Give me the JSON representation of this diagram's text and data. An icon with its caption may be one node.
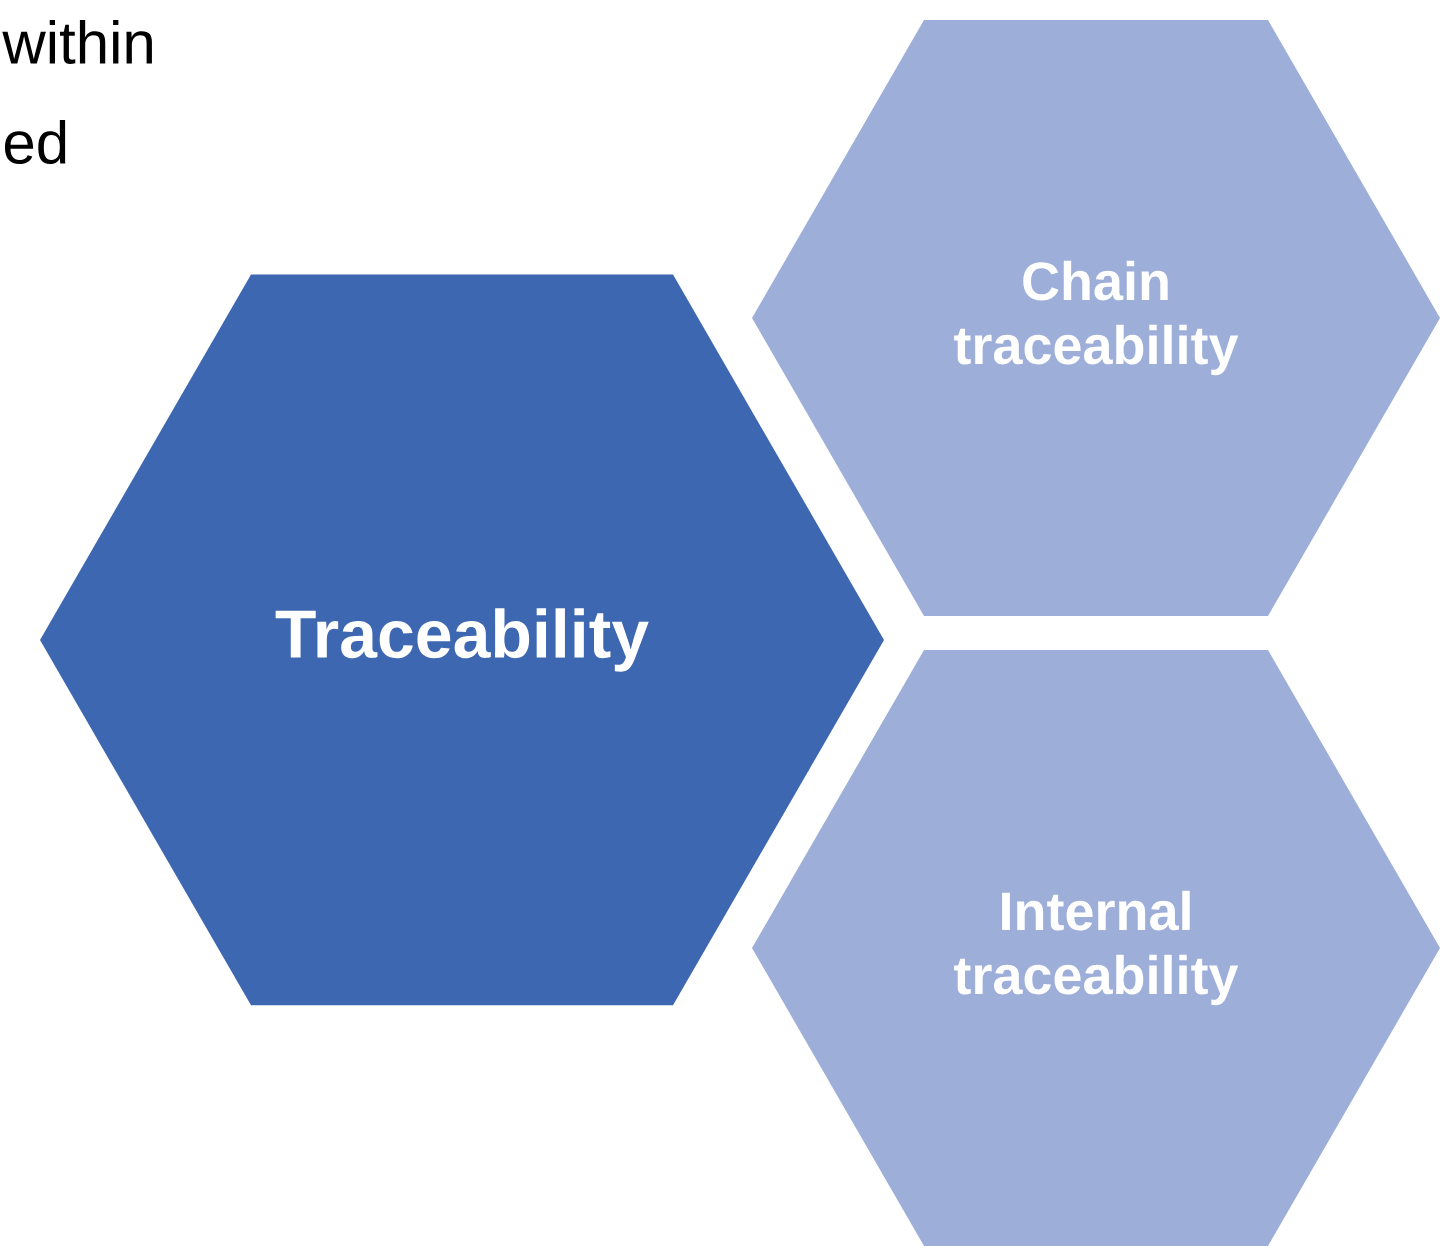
{
  "diagram": {
    "nodes": [
      {
        "text": [
          "Traceability"
        ]
      },
      {
        "text": [
          "Chain traceability"
        ]
      },
      {
        "text": [
          "Internal traceability"
        ]
      }
    ],
    "labels": [
      "within",
      "ed"
    ]
  }
}
